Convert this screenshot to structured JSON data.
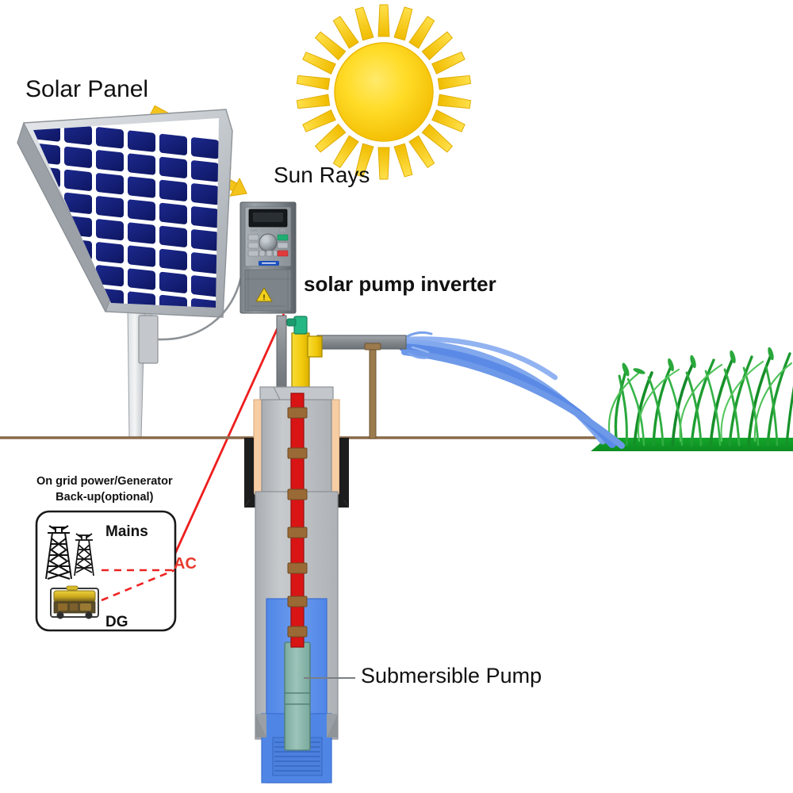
{
  "diagram": {
    "title": "Solar Pump Inverter Water Pumping System",
    "background": "#ffffff"
  },
  "labels": {
    "solar_panel": "Solar Panel",
    "sun_rays": "Sun Rays",
    "solar_pump_inverter": "solar pump inverter",
    "submersible_pump": "Submersible Pump",
    "ac": "AC",
    "mains": "Mains",
    "dg": "DG",
    "backup_line1": "On grid power/Generator",
    "backup_line2": "Back-up(optional)"
  },
  "icons": {
    "sun": "sun-icon",
    "sun_ray_arrow": "arrow-down-left-icon",
    "solar_panel": "solar-panel-icon",
    "inverter": "inverter-icon",
    "inverter_knob": "rotary-knob-icon",
    "inverter_display": "lcd-display-icon",
    "warning": "warning-triangle-icon",
    "brand_badge": "brand-badge-icon",
    "pylon": "transmission-tower-icon",
    "generator": "diesel-generator-icon",
    "valve": "valve-icon",
    "submersible_pump": "submersible-pump-icon",
    "grass": "grass-icon",
    "water_jet": "water-jet-icon",
    "junction_box": "junction-box-icon"
  },
  "colors": {
    "sun_core": "#ffd21a",
    "sun_ray": "#f5c800",
    "arrow": "#f0b81e",
    "panel_cell": "#141e78",
    "panel_frame": "#c8ccd0",
    "inverter_body": "#6e7479",
    "inverter_face": "#8c9298",
    "ground_line": "#8a6a4a",
    "soil_casing_outer": "#222222",
    "casing_grey": "#b9bcc0",
    "casing_tan": "#f6caa0",
    "riser_red": "#dd1111",
    "coupling_brown": "#9a6633",
    "water_blue": "#5b8fe8",
    "pump_body": "#86b5a9",
    "grass_green": "#17a02a",
    "dc_cable": "#888888",
    "ac_cable": "#ee2222",
    "pipe_grey": "#8a8f94",
    "pipe_yellow": "#f5d31a",
    "valve_green": "#21b07c",
    "box_border": "#1a1a1a"
  },
  "counts": {
    "panel_cols": 6,
    "panel_rows": 9,
    "sun_rays_count": 22,
    "ray_arrows": 3,
    "riser_couplings": 7,
    "water_streams": 4
  }
}
